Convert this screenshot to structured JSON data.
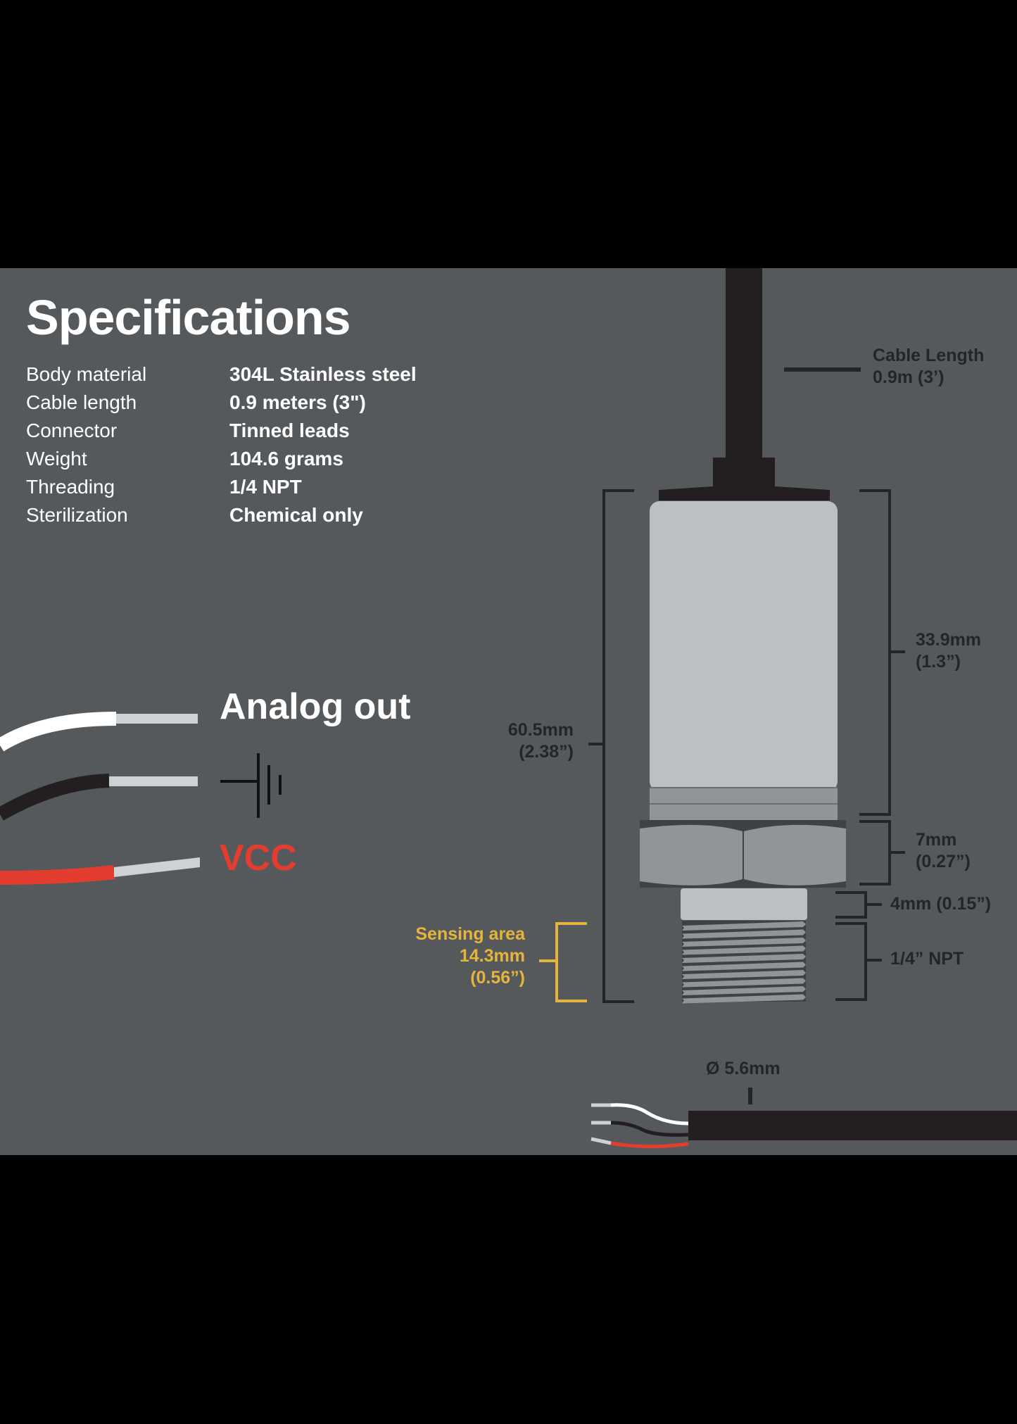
{
  "title": "Specifications",
  "specs": [
    {
      "label": "Body material",
      "value": "304L Stainless steel"
    },
    {
      "label": "Cable length",
      "value": "0.9 meters (3\")"
    },
    {
      "label": "Connector",
      "value": "Tinned leads"
    },
    {
      "label": "Weight",
      "value": "104.6 grams"
    },
    {
      "label": "Threading",
      "value": "1/4 NPT"
    },
    {
      "label": "Sterilization",
      "value": "Chemical only"
    }
  ],
  "wires": {
    "analog_out": "Analog out",
    "ground_icon": "ground-symbol-icon",
    "vcc": "VCC"
  },
  "dimensions": {
    "cable_length_title": "Cable Length",
    "cable_length_value": "0.9m (3’)",
    "total_mm": "60.5mm",
    "total_in": "(2.38”)",
    "body_mm": "33.9mm",
    "body_in": "(1.3”)",
    "hex_mm": "7mm",
    "hex_in": "(0.27”)",
    "neck": "4mm (0.15”)",
    "thread": "1/4” NPT",
    "sensing_title": "Sensing area",
    "sensing_mm": "14.3mm",
    "sensing_in": "(0.56”)",
    "cable_diameter": "Ø 5.6mm"
  },
  "colors": {
    "background": "#56595c",
    "white_wire": "#ffffff",
    "black_wire": "#231f20",
    "red_wire": "#e23d2e",
    "vcc_label": "#e23d2e",
    "sensing_accent": "#e6b43a",
    "body_steel": "#bcc0c3",
    "dim_text": "#242527"
  }
}
